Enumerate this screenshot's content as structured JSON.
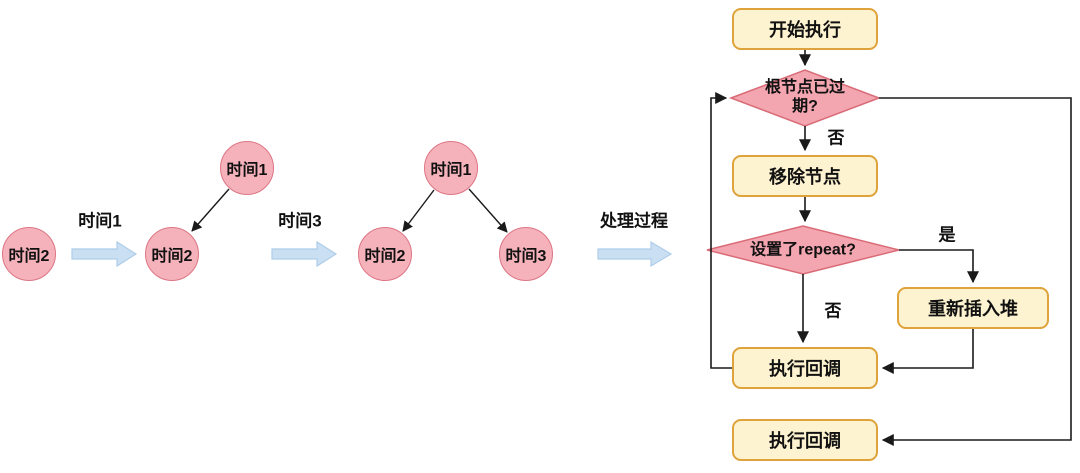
{
  "heap": {
    "step1_node": "时间2",
    "insert1_label": "时间1",
    "step2_root": "时间1",
    "step2_child": "时间2",
    "insert2_label": "时间3",
    "step3_root": "时间1",
    "step3_left": "时间2",
    "step3_right": "时间3",
    "process_label": "处理过程"
  },
  "flowchart": {
    "start": "开始执行",
    "check_root_expired": "根节点已过期?",
    "check_root_expired_no": "否",
    "remove_node": "移除节点",
    "check_repeat": "设置了repeat?",
    "check_repeat_yes": "是",
    "check_repeat_no": "否",
    "reinsert_heap": "重新插入堆",
    "run_callback": "执行回调",
    "final_callback": "执行回调"
  },
  "colors": {
    "node_fill": "#f5b2bb",
    "node_border": "#dd7584",
    "box_fill": "#fdf3d0",
    "box_border": "#dfa33c",
    "diamond_fill": "#f3a6b0",
    "diamond_border": "#d96b77",
    "block_arrow_fill": "#cadff2",
    "block_arrow_border": "#aecde9",
    "line": "#1a1a1a"
  }
}
